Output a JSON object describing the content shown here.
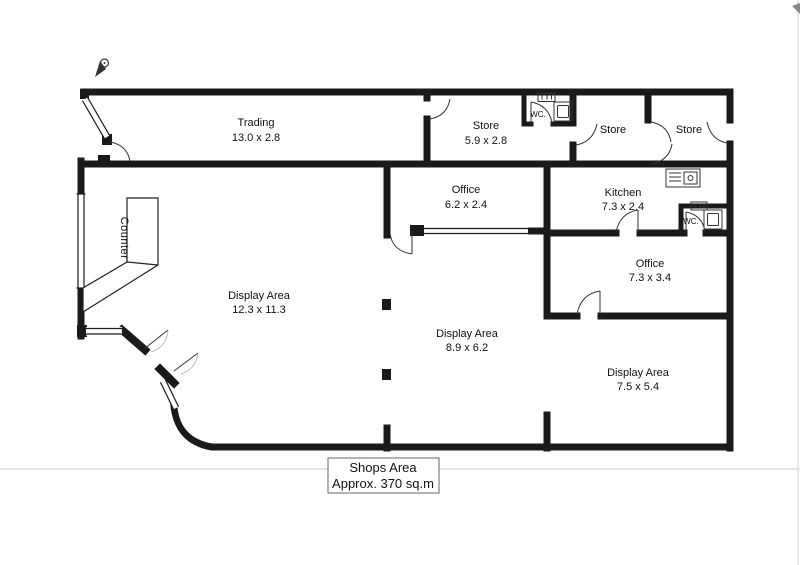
{
  "colors": {
    "wall": "#1a1a1a",
    "thin_line": "#333333",
    "faint_arc": "#aaaaaa",
    "scan_line": "#c8c8c8",
    "background": "#ffffff"
  },
  "icons": {
    "north_arrow": "north-arrow-icon",
    "toilet_wc1": "toilet-icon",
    "toilet_wc2": "toilet-icon",
    "sink_wc1": "sink-icon",
    "sink_wc2": "sink-icon",
    "kitchen_sink": "kitchen-sink-unit-icon"
  },
  "rooms": {
    "trading": {
      "name": "Trading",
      "dims": "13.0 x 2.8"
    },
    "store1": {
      "name": "Store",
      "dims": "5.9 x 2.8"
    },
    "store2": {
      "name": "Store"
    },
    "store3": {
      "name": "Store"
    },
    "office1": {
      "name": "Office",
      "dims": "6.2 x 2.4"
    },
    "kitchen": {
      "name": "Kitchen",
      "dims": "7.3 x 2.4"
    },
    "office2": {
      "name": "Office",
      "dims": "7.3 x 3.4"
    },
    "display1": {
      "name": "Display Area",
      "dims": "12.3 x 11.3"
    },
    "display2": {
      "name": "Display Area",
      "dims": "8.9 x 6.2"
    },
    "display3": {
      "name": "Display Area",
      "dims": "7.5 x 5.4"
    },
    "wc1": {
      "name": "WC."
    },
    "wc2": {
      "name": "WC."
    }
  },
  "fixtures": {
    "counter_label": "Counter"
  },
  "footer": {
    "title": "Shops Area",
    "subtitle": "Approx. 370 sq.m"
  }
}
